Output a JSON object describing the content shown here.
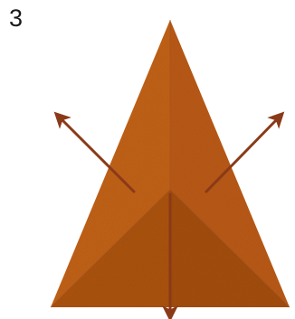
{
  "step": {
    "number": "3"
  },
  "colors": {
    "paper_main": "#c0601f",
    "paper_light": "#cf7632",
    "paper_dark": "#a4501b",
    "arrow": "#8a3a18",
    "fold_line": "#9a4a1a"
  },
  "arrows": [
    {
      "name": "arrow-up-left-icon",
      "direction": "up-left"
    },
    {
      "name": "arrow-up-right-icon",
      "direction": "up-right"
    },
    {
      "name": "arrow-down-icon",
      "direction": "down"
    }
  ]
}
